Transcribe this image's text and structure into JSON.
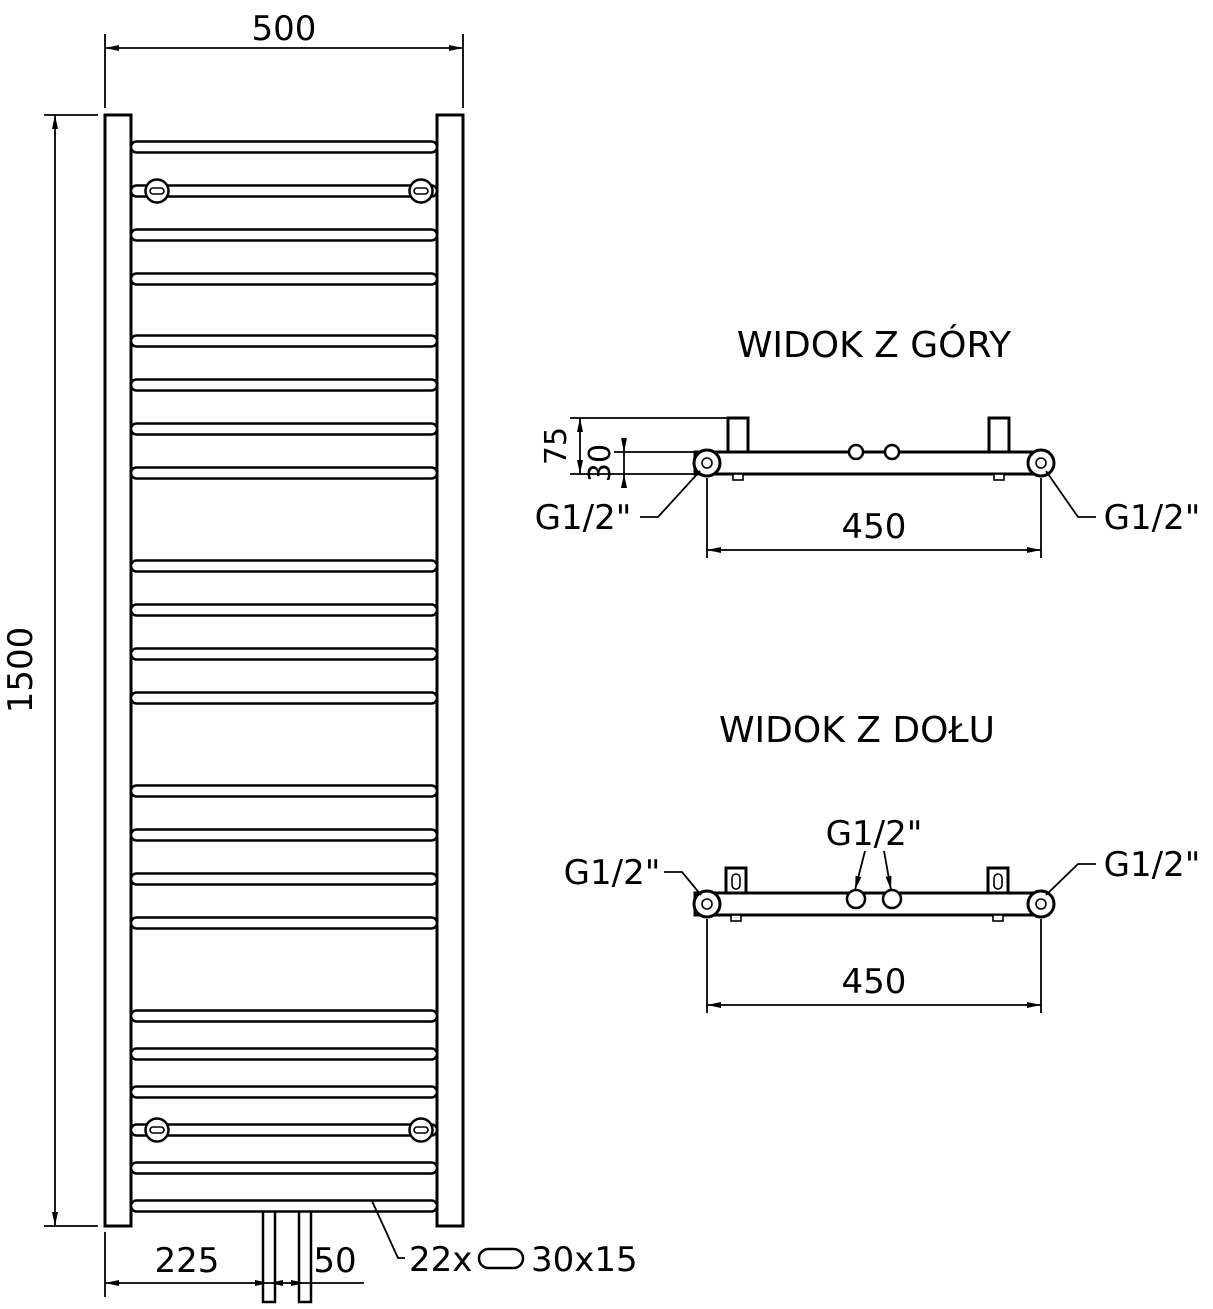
{
  "front": {
    "width_label": "500",
    "height_label": "1500",
    "pipe_offset_label": "225",
    "pipe_spacing_label": "50",
    "rung_count_label": "22x",
    "rung_profile_label": "30x15"
  },
  "top_view": {
    "title": "WIDOK Z GÓRY",
    "depth_label": "75",
    "tube_depth_label": "30",
    "span_label": "450",
    "left_conn_label": "G1/2\"",
    "right_conn_label": "G1/2\""
  },
  "bottom_view": {
    "title": "WIDOK Z DOŁU",
    "span_label": "450",
    "center_conn_label": "G1/2\"",
    "left_conn_label": "G1/2\"",
    "right_conn_label": "G1/2\""
  },
  "colors": {
    "line": "#000000",
    "background": "#ffffff"
  }
}
